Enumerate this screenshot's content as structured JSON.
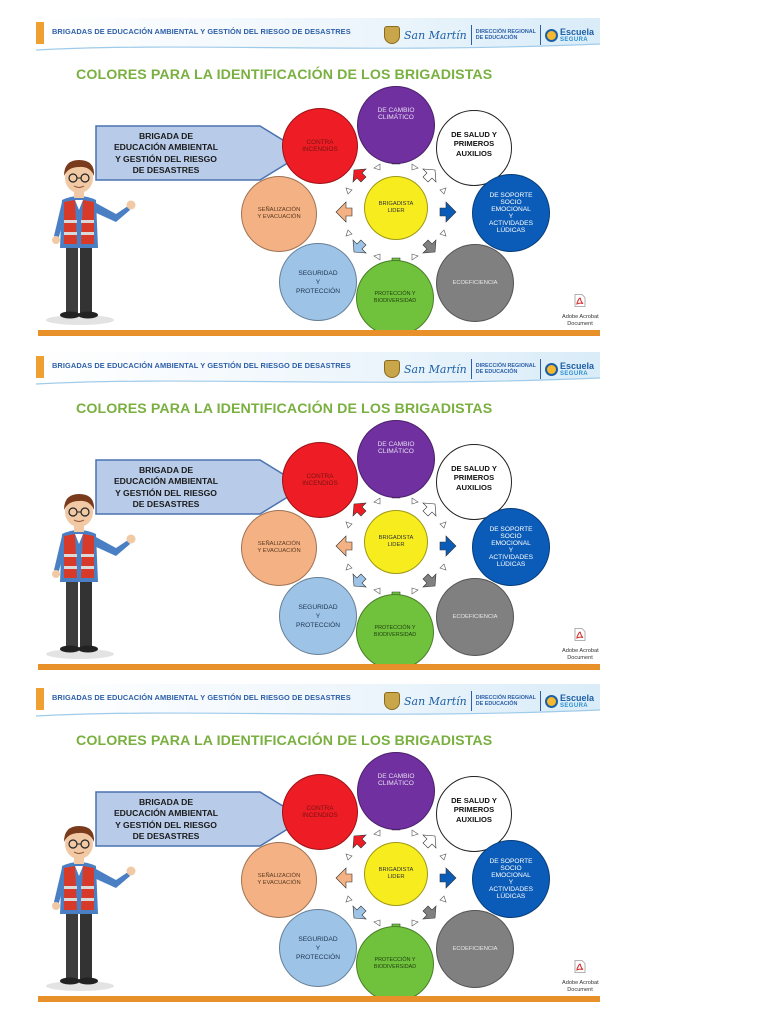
{
  "header": {
    "banner_title": "BRIGADAS DE EDUCACIÓN AMBIENTAL Y GESTIÓN DEL RIESGO DE DESASTRES",
    "logo_san_martin": "San Martín",
    "logo_direccion": "DIRECCIÓN REGIONAL\nDE EDUCACIÓN",
    "logo_escuela": "Escuela",
    "logo_segura": "SEGURA"
  },
  "title": "COLORES PARA LA IDENTIFICACIÓN DE LOS BRIGADISTAS",
  "callout": {
    "lines": [
      "BRIGADA DE",
      "EDUCACIÓN AMBIENTAL",
      "Y GESTIÓN DEL RIESGO",
      "DE DESASTRES"
    ]
  },
  "circles": {
    "contra_incendios": [
      "CONTRA",
      "INCENDIOS"
    ],
    "cambio_climatico": [
      "DE CAMBIO",
      "CLIMÁTICO"
    ],
    "salud": [
      "DE SALUD Y",
      "PRIMEROS",
      "AUXILIOS"
    ],
    "soporte": [
      "DE SOPORTE",
      "SOCIO",
      "EMOCIONAL",
      "Y",
      "ACTIVIDADES",
      "LÚDICAS"
    ],
    "senalizacion": [
      "SEÑALIZACIÓN",
      "Y EVACUACIÓN"
    ],
    "lider": [
      "BRIGADISTA",
      "LIDER"
    ],
    "ecoeficiencia": [
      "ECOEFICIENCIA"
    ],
    "seguridad": [
      "SEGURIDAD",
      "Y",
      "PROTECCIÓN"
    ],
    "proteccion_bio": [
      "PROTECCIÓN Y",
      "BIODIVERSIDAD"
    ]
  },
  "attachment": {
    "caption": "Adobe Acrobat\nDocument",
    "icon": "pdf-icon"
  },
  "colors": {
    "title_green": "#7ab040",
    "banner_blue": "#2d5fa8",
    "bottom_bar_orange": "#e8912b",
    "red": "#ee1c24",
    "purple": "#7030a0",
    "blue": "#0a5cb8",
    "salmon": "#f4b183",
    "yellow": "#f6ec1e",
    "gray": "#808080",
    "light_blue": "#9dc3e6",
    "green": "#70c23c"
  }
}
